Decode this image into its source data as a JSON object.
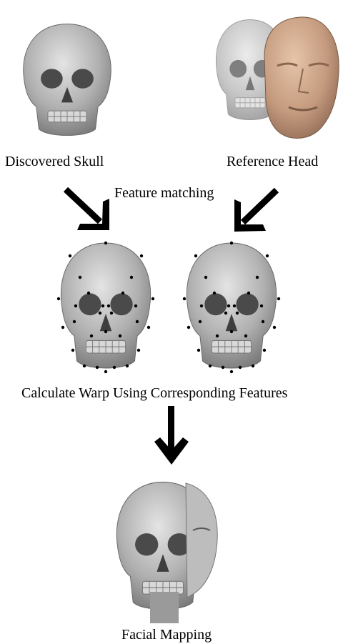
{
  "labels": {
    "discovered_skull": "Discovered Skull",
    "reference_head": "Reference Head",
    "feature_matching": "Feature matching",
    "calculate_warp": "Calculate Warp Using Corresponding Features",
    "facial_mapping": "Facial Mapping"
  },
  "icons": {
    "discovered_skull": "skull-icon",
    "reference_head": "skull-with-face-icon",
    "arrows": "arrow-icon",
    "result": "skull-face-composite-icon"
  },
  "colors": {
    "skull": "#b5b5b5",
    "skin": "#c9a084",
    "arrow": "#000000",
    "landmark": "#000000"
  }
}
